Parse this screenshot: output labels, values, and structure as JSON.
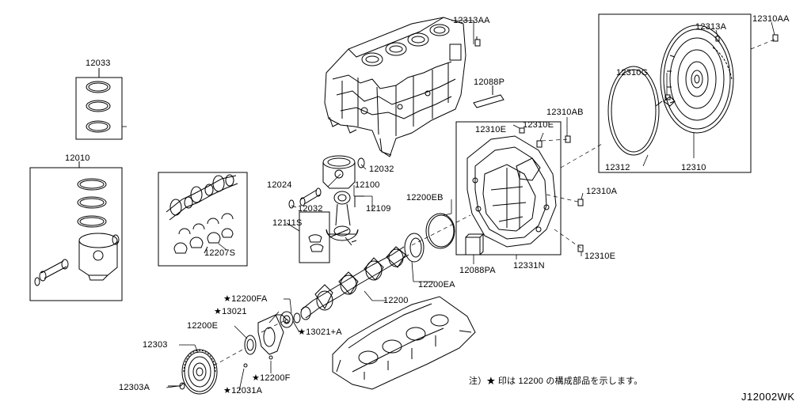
{
  "diagram": {
    "parts": {
      "p12313AA": "12313AA",
      "p12033": "12033",
      "p12010": "12010",
      "p12088P": "12088P",
      "p12313A": "12313A",
      "p12310AA": "12310AA",
      "p12310G": "12310G",
      "p12310AB": "12310AB",
      "p12310E_a": "12310E",
      "p12310E_b": "12310E",
      "p12032_a": "12032",
      "p12024": "12024",
      "p12100": "12100",
      "p12200EB": "12200EB",
      "p12312": "12312",
      "p12310": "12310",
      "p12310A": "12310A",
      "p12032_b": "12032",
      "p12109": "12109",
      "p12111S": "12111S",
      "p12207S": "12207S",
      "p12310E_c": "12310E",
      "p12088PA": "12088PA",
      "p12331N": "12331N",
      "p12200EA": "12200EA",
      "p12200FA": "12200FA",
      "p13021": "13021",
      "p12200": "12200",
      "p13021A": "13021+A",
      "p12200E": "12200E",
      "p12303": "12303",
      "p12200F": "12200F",
      "p12303A": "12303A",
      "p12031A": "12031A"
    },
    "star_symbol": "★",
    "note": "注）★ 印は 12200 の構成部品を示します。",
    "drawing_code": "J12002WK"
  }
}
